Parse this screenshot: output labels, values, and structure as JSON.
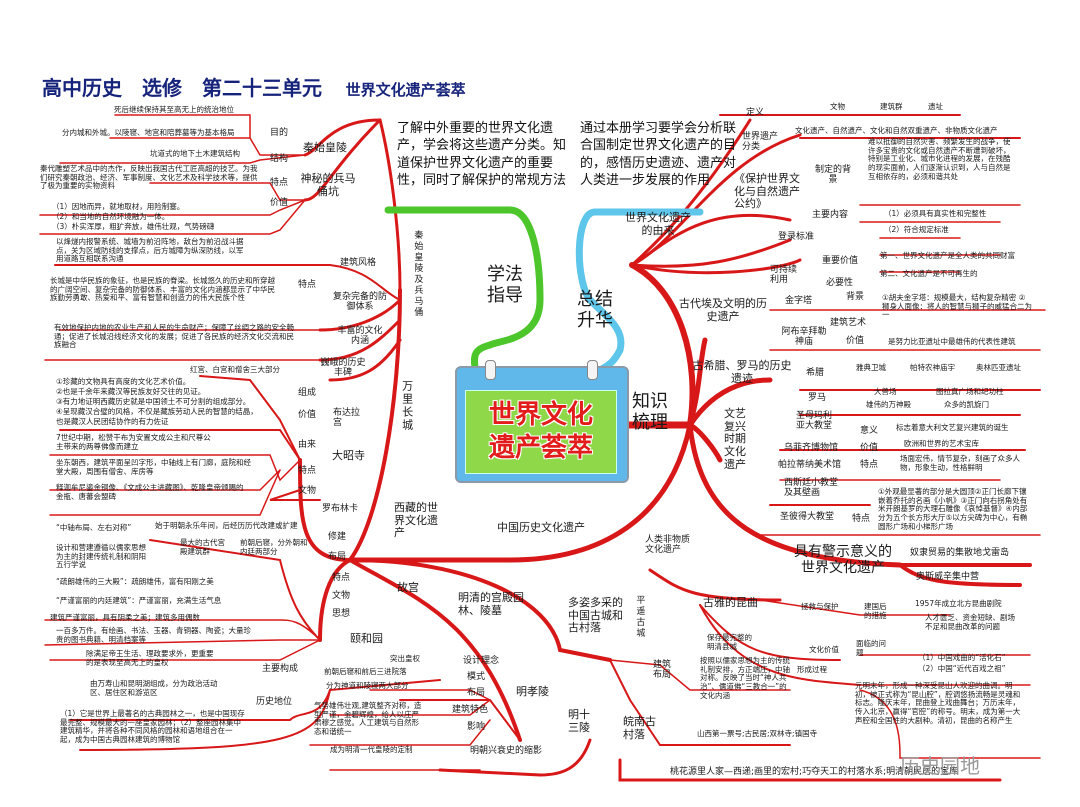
{
  "header": {
    "title_main": "高中历史　选修　第二十三单元",
    "title_sub": "世界文化遗产荟萃"
  },
  "center": {
    "calendar_title_line1": "世界文化",
    "calendar_title_line2": "遗产荟萃",
    "branch_study_method": "学法指导",
    "branch_summary": "总结升华",
    "branch_knowledge": "知识梳理",
    "goal_left": "了解中外重要的世界文化遗产，学会将这些遗产分类。知道保护世界文化遗产的重要性，同时了解保护的常规方法",
    "goal_right": "通过本册学习要学会分析联合国制定世界文化遗产的目的，感悟历史遗迹、遗产对人类进一步发展的作用"
  },
  "colors": {
    "branch_red": "#d81818",
    "study_green": "#4cc62a",
    "summary_blue": "#5ec6ea",
    "title_navy": "#16237a",
    "calendar_blue": "#5fb7ea",
    "calendar_green": "#8ed84a",
    "calendar_text_red": "#e21b1b"
  },
  "left": {
    "china_heritage": "中国历史文化遗产",
    "qin_group": {
      "label": "秦始皇陵及兵马俑",
      "mausoleum": {
        "label": "秦始皇陵",
        "purpose_key": "目的",
        "purpose": "死后继续保持其至高无上的统治地位",
        "structure_key": "结构",
        "structure": "分内城和外城。以陵寝、地宫和陪葬墓等为基本格局"
      },
      "terracotta": {
        "label": "神秘的兵马俑坑",
        "structure_text": "坑道式的地下土木建筑结构",
        "feature_key": "特点",
        "feature": "秦代雕塑艺术品中的杰作，反映出我国古代工匠高超的技艺。为我们研究秦朝政治、经济、军事制度、文化艺术及科学技术等，提供了极为重要的实物资料",
        "value_key": "价值",
        "value_lines": [
          "（1）因地而异，就地取材，用险制塞。",
          "（2）和当地的自然环境融为一体。",
          "（3）朴实浑厚，粗犷奔放，雄伟壮观，气势磅礴"
        ]
      }
    },
    "great_wall": {
      "label": "万里长城",
      "style_key": "建筑风格",
      "style": "以烽燧内报警系统、城墙为前沿阵地，敌台为前沿战斗据点，关为区域防线的支撑点，后方城障为纵深防线，以军用道路互相联系沟通",
      "feature_key": "特点",
      "defense_key": "复杂完备的防御体系",
      "defense": "长城是中华民族的象征，也是民族的脊梁。长城悠久的历史和所穿越的广阔空间、复杂完备的防御体系、丰富的文化内涵都显示了中华民族勤劳勇敢、热爱和平、富有智慧和创造力的伟大民族个性",
      "culture_key": "丰富的文化内涵",
      "culture": "有效地保护内地的农业生产和人民的生命财产；保障了丝绸之路的安全畅通；促进了长城沿线经济文化的发展；促进了各民族的经济文化交流和民族融合",
      "monument_key": "巍峨的历史丰碑"
    },
    "tibet": {
      "label": "西藏的世界文化遗产",
      "potala": {
        "label": "布达拉宫",
        "composition_key": "组成",
        "composition": "红宫、白宫和僧舍三大部分",
        "value_key": "价值",
        "value_lines": [
          "①珍藏的文物具有高度的文化艺术价值。",
          "②也是千余年来藏汉等民族友好交往的见证。",
          "③有力地证明西藏历史就是中国领土不可分割的组成部分。",
          "④呈现藏汉合璧的风格，不仅是藏族劳动人民的智慧的结晶，",
          "也是藏汉人民团结协作的有力佐证"
        ]
      },
      "jokhang": {
        "label": "大昭寺",
        "origin_key": "由来",
        "origin": "7世纪中期，松赞干布为安置文成公主和尺尊公主带来的两尊佛像而建立",
        "feature_key": "特点",
        "feature": "坐东朝西，建筑平面呈凹字形，中轴线上有门廊，庭院和经堂大殿，周围有僧舍、库房等",
        "relics_key": "文物",
        "relics": "释迦牟尼鎏金铜像、《文成公主进藏图》、乾隆皇帝颁赐的金瓶、唐蕃会盟碑"
      },
      "norbulingka": "罗布林卡"
    },
    "forbidden_city": {
      "label": "故宫",
      "build_key": "修建",
      "build": "始于明朝永乐年间，后经历历代改建或扩建",
      "axis": "“中轴布局、左右对称”",
      "layout_key": "布局",
      "layout_a": "最大的古代宫殿建筑群",
      "layout_b": "前朝后寝，分外朝和内廷两部分",
      "idea": "设计和营建遵循以儒家思想为主的封建传统礼制和阴阳五行学说",
      "feature_key": "特点",
      "feature_a": "“疏朗雄伟的三大殿”：疏朗雄伟，富有阳刚之美",
      "feature_b": "“严谨富丽的内廷建筑”：严谨富丽，充满生活气息",
      "relics_key": "文物",
      "relics_a": "建筑严谨富丽，具有阴柔之美；建筑多用偶数",
      "thought_key": "思想",
      "relics_b": "一百多万件。有绘画、书法、玉器、青铜器、陶瓷；大量珍贵的图书典籍、明清档案等"
    },
    "summer_palace": {
      "label": "颐和园",
      "main_key": "主要构成",
      "main_a": "除满足帝王生活、理政要求外，更重要的是表现至高无上的皇权",
      "main_b": "由万寿山和昆明湖组成，分为政治活动区、居住区和游览区",
      "history_key": "历史地位",
      "history": "（1）它是世界上最著名的古典园林之一，也是中国现存最完整、规模最大的一座皇家园林；（2）整座园林集中建筑精华，并将各种不同风格的园林和语地组合在一起，成为中国古典园林建筑的博物馆"
    },
    "ming_qing": "明清的宫殿园林、陵墓",
    "xiaoling": {
      "label": "明孝陵",
      "design_key": "设计理念",
      "design": "突出皇权",
      "mode_key": "模式",
      "mode": "前朝后寝和前后三进院落",
      "layout_key": "布局",
      "layout": "分为神道和陵寝两大部分",
      "style_key": "建筑特色",
      "style": "气势雄伟壮观,建筑整齐对称，造型严谨，金碧辉煌，给人以庄严肃穆之感觉。人工建筑与自然形态和谐统一",
      "impact_key": "影响",
      "impact": "成为明清一代皇陵的定制"
    },
    "thirteen": {
      "label": "明十三陵",
      "text": "明朝兴衰史的缩影"
    }
  },
  "towns": {
    "label": "多姿多采的中国古城和古村落",
    "pingyao": "平遥古城",
    "layout_key": "建筑布局",
    "layout_a": "保存最完整的明清县城",
    "layout_b": "按照以儒家思想为主的传统礼制安排，方正端庄，中轴对称。反映了当时“神人共治”、儒道佛“三教合一”的文化内涵",
    "layout_c": "山西第一票号;古民居;双林寺;镇国寺",
    "wannan": "皖南古村落",
    "wannan_text": "桃花源里人家—西递;画里的宏村;巧夺天工的村落水系;明清朝民居的宝库"
  },
  "right": {
    "origin": {
      "label": "世界文化遗产的由来",
      "def_key": "定义",
      "def_items": [
        "文物",
        "建筑群",
        "遗址"
      ],
      "class_key": "世界遗产分类",
      "class": "文化遗产、自然遗产、文化和自然双重遗产、非物质文化遗产",
      "convention": "《保护世界文化与自然遗产公约》",
      "background_key": "制定的背景",
      "background": "难以抵御的自然灾害、频繁发生的战争，使许多宝贵的文化或自然遗产不断遭到破坏，特别是工业化、城市化进程的发展，在残酷的现实面前，人们逐渐认识到，人与自然是互相依存的，必须和谐共处",
      "content_key": "主要内容",
      "criteria_key": "登录标准",
      "criteria_1": "（1）必须具有真实性和完整性",
      "criteria_2": "（2）符合规定标准",
      "sustain_key": "可持续利用",
      "value_key": "重要价值",
      "value_1": "第一、世界文化遗产是全人类的共同财富",
      "value_2": "第二、文化遗产是不可再生的",
      "need_key": "必要性"
    },
    "egypt": {
      "label": "古代埃及文明的历史遗产",
      "pyramid": "金字塔",
      "bg_key": "背景",
      "art_key": "建筑艺术",
      "art": "①胡夫金字塔：规模最大，结构复杂精密 ②狮身人面像：将人的智慧与狮子的威猛合二为一",
      "abu": "阿布辛拜勒神庙",
      "abu_key": "价值",
      "abu_value": "是努力比亚遗址中最雄伟的代表性建筑"
    },
    "greece_rome": {
      "label": "古希腊、罗马的历史遗迹",
      "greece_key": "希腊",
      "greece": [
        "雅典卫城",
        "帕特农神庙宇",
        "奥林匹亚遗址"
      ],
      "rome_key": "罗马",
      "rome": [
        "大兽场",
        "图拉真广场和纪功柱",
        "雄伟的万神殿",
        "众多的凯旋门"
      ]
    },
    "renaissance": {
      "label": "文艺复兴时期文化遗产",
      "santa": "圣母玛利亚大教堂",
      "santa_key": "意义",
      "santa_val": "标志着意大利文艺复兴建筑的诞生",
      "uffizi": "乌菲齐博物馆",
      "uffizi_key": "价值",
      "uffizi_val": "欧洲和世界的艺术宝库",
      "palatina": "帕拉蒂纳美术馆",
      "palatina_key": "特点",
      "palatina_val": "场面宏伟，情节复杂，刻画了众多人物，形象生动，性格鲜明",
      "sistine": "西斯廷小教堂及其壁画",
      "peter": "圣彼得大教堂",
      "peter_key": "特点",
      "peter_val": "①外观最显著的部分是大圆顶②正门长廊下镶嵌着乔托的名画《小帆》③正门向右拐角处有米开朗基罗的大理石雕像《哀悼基督》④内部分为五个长方形大厅⑤以方尖碑为中心，有椭圆形广场和小梯形广场"
    },
    "warning": {
      "label": "具有警示意义的世界文化遗产",
      "items": [
        "奴隶贸易的集散地戈雷岛",
        "奥斯威辛集中营"
      ]
    },
    "intangible": {
      "label": "人类非物质文化遗产",
      "kunqu": "古雅的昆曲",
      "rescue_key": "拯救与保护",
      "measure_key": "建国后的措施",
      "measure": "1957年成立北方昆曲剧院",
      "problem": "人才匮乏、资金短缺、剧场不足和昆曲改革的问题",
      "problem_key": "面临的问题",
      "value_key": "文化价值",
      "value_1": "（1）中国戏曲的“活化石”",
      "value_2": "（2）中国“近代百戏之祖”",
      "form_key": "形成过程",
      "form": "元明末年，形成一种深受昆山人欢迎的曲调。明初，被正式称为“昆山腔”，腔调悠扬流畅是灵魂和标志。隆庆末年，昆曲登上戏曲舞台；万历末年，传入北京，赢得“官腔”的称号。明末，成为第一大声腔和全国性的大剧种。清初，昆曲的名称产生"
    }
  },
  "watermark": "历史园地"
}
